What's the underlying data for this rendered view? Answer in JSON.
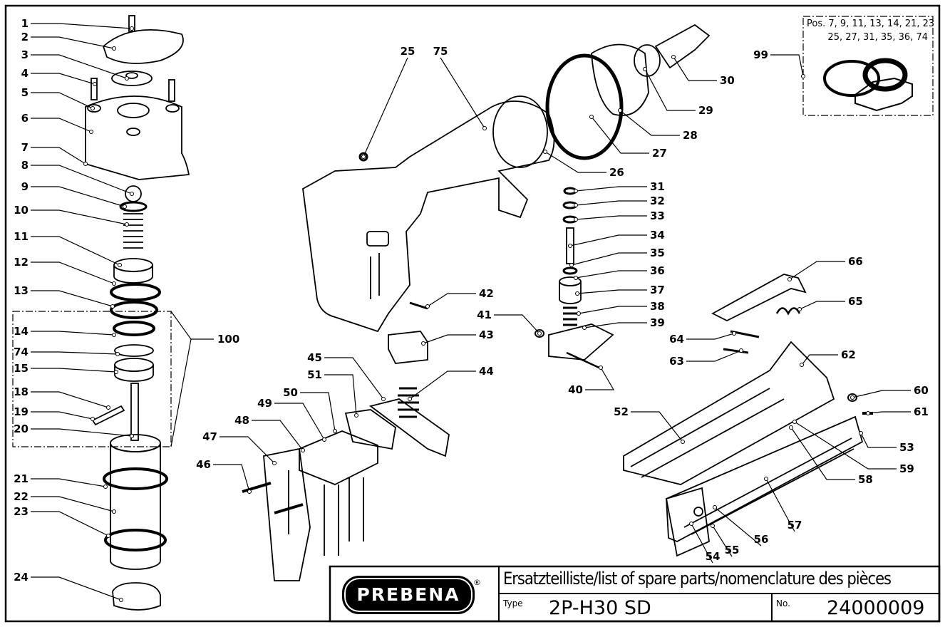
{
  "callouts": [
    "1",
    "2",
    "3",
    "4",
    "5",
    "6",
    "7",
    "8",
    "9",
    "10",
    "11",
    "12",
    "13",
    "14",
    "74",
    "15",
    "18",
    "19",
    "20",
    "21",
    "22",
    "23",
    "24",
    "100",
    "25",
    "75",
    "26",
    "27",
    "28",
    "29",
    "30",
    "99",
    "31",
    "32",
    "33",
    "34",
    "35",
    "36",
    "37",
    "38",
    "39",
    "40",
    "41",
    "42",
    "43",
    "44",
    "45",
    "51",
    "50",
    "49",
    "48",
    "47",
    "46",
    "66",
    "65",
    "64",
    "63",
    "62",
    "60",
    "61",
    "52",
    "53",
    "59",
    "58",
    "57",
    "56",
    "55",
    "54"
  ],
  "kit_box": {
    "line1": "Pos. 7, 9, 11, 13, 14, 21, 23",
    "line2": "25, 27, 31, 35, 36, 74"
  },
  "title_block": {
    "brand": "PREBENA",
    "registered": "®",
    "title": "Ersatzteilliste/list of spare parts/nomenclature des pièces",
    "type_label": "Type",
    "type_value": "2P-H30 SD",
    "no_label": "No.",
    "no_value": "24000009"
  }
}
